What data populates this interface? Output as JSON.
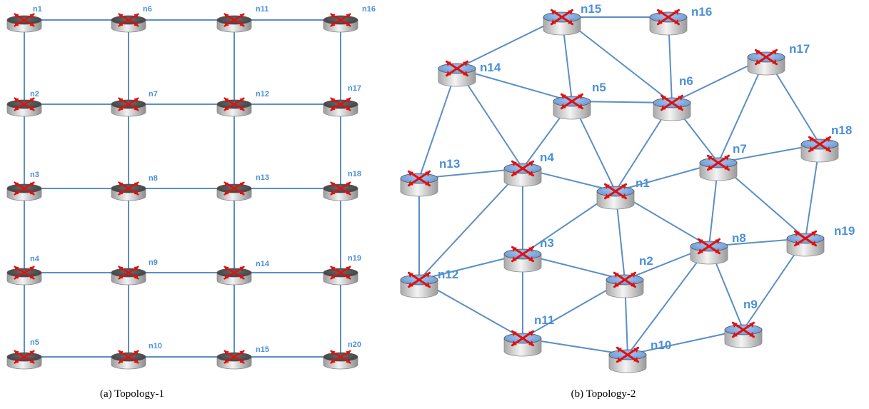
{
  "diagrams": [
    {
      "id": "topology-1",
      "caption": "(a)  Topology-1",
      "router_style": "dark",
      "nodes": [
        "n1",
        "n2",
        "n3",
        "n4",
        "n5",
        "n6",
        "n7",
        "n8",
        "n9",
        "n10",
        "n11",
        "n12",
        "n13",
        "n14",
        "n15",
        "n16",
        "n17",
        "n18",
        "n19",
        "n20"
      ],
      "edges": [
        [
          "n1",
          "n2"
        ],
        [
          "n2",
          "n3"
        ],
        [
          "n3",
          "n4"
        ],
        [
          "n4",
          "n5"
        ],
        [
          "n6",
          "n7"
        ],
        [
          "n7",
          "n8"
        ],
        [
          "n8",
          "n9"
        ],
        [
          "n9",
          "n10"
        ],
        [
          "n11",
          "n12"
        ],
        [
          "n12",
          "n13"
        ],
        [
          "n13",
          "n14"
        ],
        [
          "n14",
          "n15"
        ],
        [
          "n16",
          "n17"
        ],
        [
          "n17",
          "n18"
        ],
        [
          "n18",
          "n19"
        ],
        [
          "n19",
          "n20"
        ],
        [
          "n1",
          "n6"
        ],
        [
          "n6",
          "n11"
        ],
        [
          "n11",
          "n16"
        ],
        [
          "n2",
          "n7"
        ],
        [
          "n7",
          "n12"
        ],
        [
          "n12",
          "n17"
        ],
        [
          "n3",
          "n8"
        ],
        [
          "n8",
          "n13"
        ],
        [
          "n13",
          "n18"
        ],
        [
          "n4",
          "n9"
        ],
        [
          "n9",
          "n14"
        ],
        [
          "n14",
          "n19"
        ],
        [
          "n5",
          "n10"
        ],
        [
          "n10",
          "n15"
        ],
        [
          "n15",
          "n20"
        ]
      ]
    },
    {
      "id": "topology-2",
      "caption": "(b)  Topology-2",
      "router_style": "blue",
      "nodes": [
        "n1",
        "n2",
        "n3",
        "n4",
        "n5",
        "n6",
        "n7",
        "n8",
        "n9",
        "n10",
        "n11",
        "n12",
        "n13",
        "n14",
        "n15",
        "n16",
        "n17",
        "n18",
        "n19"
      ],
      "edges": [
        [
          "n15",
          "n16"
        ],
        [
          "n15",
          "n14"
        ],
        [
          "n15",
          "n5"
        ],
        [
          "n15",
          "n6"
        ],
        [
          "n16",
          "n6"
        ],
        [
          "n17",
          "n6"
        ],
        [
          "n17",
          "n7"
        ],
        [
          "n17",
          "n18"
        ],
        [
          "n14",
          "n5"
        ],
        [
          "n14",
          "n4"
        ],
        [
          "n14",
          "n13"
        ],
        [
          "n5",
          "n6"
        ],
        [
          "n5",
          "n4"
        ],
        [
          "n5",
          "n1"
        ],
        [
          "n6",
          "n1"
        ],
        [
          "n6",
          "n7"
        ],
        [
          "n13",
          "n4"
        ],
        [
          "n13",
          "n12"
        ],
        [
          "n4",
          "n1"
        ],
        [
          "n4",
          "n3"
        ],
        [
          "n4",
          "n12"
        ],
        [
          "n1",
          "n7"
        ],
        [
          "n1",
          "n3"
        ],
        [
          "n1",
          "n2"
        ],
        [
          "n1",
          "n8"
        ],
        [
          "n7",
          "n18"
        ],
        [
          "n7",
          "n8"
        ],
        [
          "n7",
          "n19"
        ],
        [
          "n18",
          "n19"
        ],
        [
          "n3",
          "n12"
        ],
        [
          "n3",
          "n11"
        ],
        [
          "n3",
          "n2"
        ],
        [
          "n12",
          "n11"
        ],
        [
          "n2",
          "n11"
        ],
        [
          "n2",
          "n10"
        ],
        [
          "n2",
          "n8"
        ],
        [
          "n8",
          "n19"
        ],
        [
          "n8",
          "n10"
        ],
        [
          "n8",
          "n9"
        ],
        [
          "n19",
          "n9"
        ],
        [
          "n11",
          "n10"
        ],
        [
          "n10",
          "n9"
        ]
      ]
    }
  ]
}
